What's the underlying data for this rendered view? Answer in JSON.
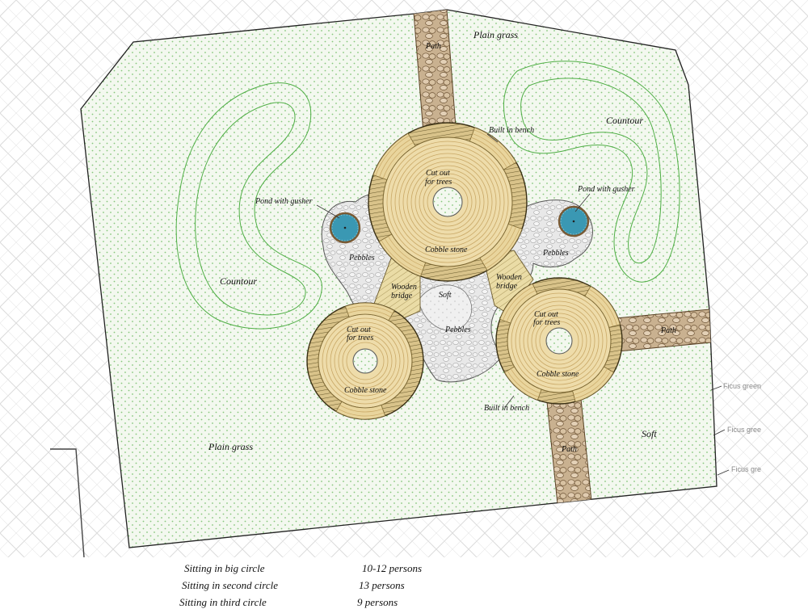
{
  "labels": {
    "plain_grass_top": "Plain grass",
    "plain_grass_left": "Plain grass",
    "contour_right": "Countour",
    "contour_left": "Countour",
    "path_top": "Path",
    "path_right": "Path",
    "path_bottom": "Path",
    "built_in_bench_top": "Built in bench",
    "built_in_bench_bottom": "Built in bench",
    "pond_left": "Pond with gusher",
    "pond_right": "Pond with gusher",
    "cut_out_big_1": "Cut out",
    "cut_out_big_2": "for trees",
    "cut_out_left_1": "Cut out",
    "cut_out_left_2": "for trees",
    "cut_out_right_1": "Cut out",
    "cut_out_right_2": "for trees",
    "cobble_big": "Cobble stone",
    "cobble_left": "Cobble stone",
    "cobble_right": "Cobble stone",
    "pebbles_left": "Pebbles",
    "pebbles_right": "Pebbles",
    "pebbles_center": "Pebbles",
    "wooden_bridge_left_1": "Wooden",
    "wooden_bridge_left_2": "bridge",
    "wooden_bridge_right_1": "Wooden",
    "wooden_bridge_right_2": "bridge",
    "soft_center": "Soft",
    "soft_right": "Soft",
    "ficus_1": "Ficus green",
    "ficus_2": "Ficus gree",
    "ficus_3": "Ficus gre"
  },
  "legend": [
    {
      "label": "Sitting in big circle",
      "value": "10-12 persons"
    },
    {
      "label": "Sitting in second circle",
      "value": "13 persons"
    },
    {
      "label": "Sitting in third circle",
      "value": "9 persons"
    }
  ],
  "colors": {
    "grass": "#eef5e8",
    "grass_dot": "#7cc26f",
    "contour": "#55b04a",
    "cobble": "#ecd9a8",
    "cobble_ring": "#c7a765",
    "bench": "#d2b776",
    "bench_dark": "#6b5a2c",
    "pebbles": "#e4e4e4",
    "path": "#b79b7c",
    "pond": "#3d9bb6",
    "pond_edge": "#7a5a34",
    "hatch": "#c4c4c4"
  }
}
